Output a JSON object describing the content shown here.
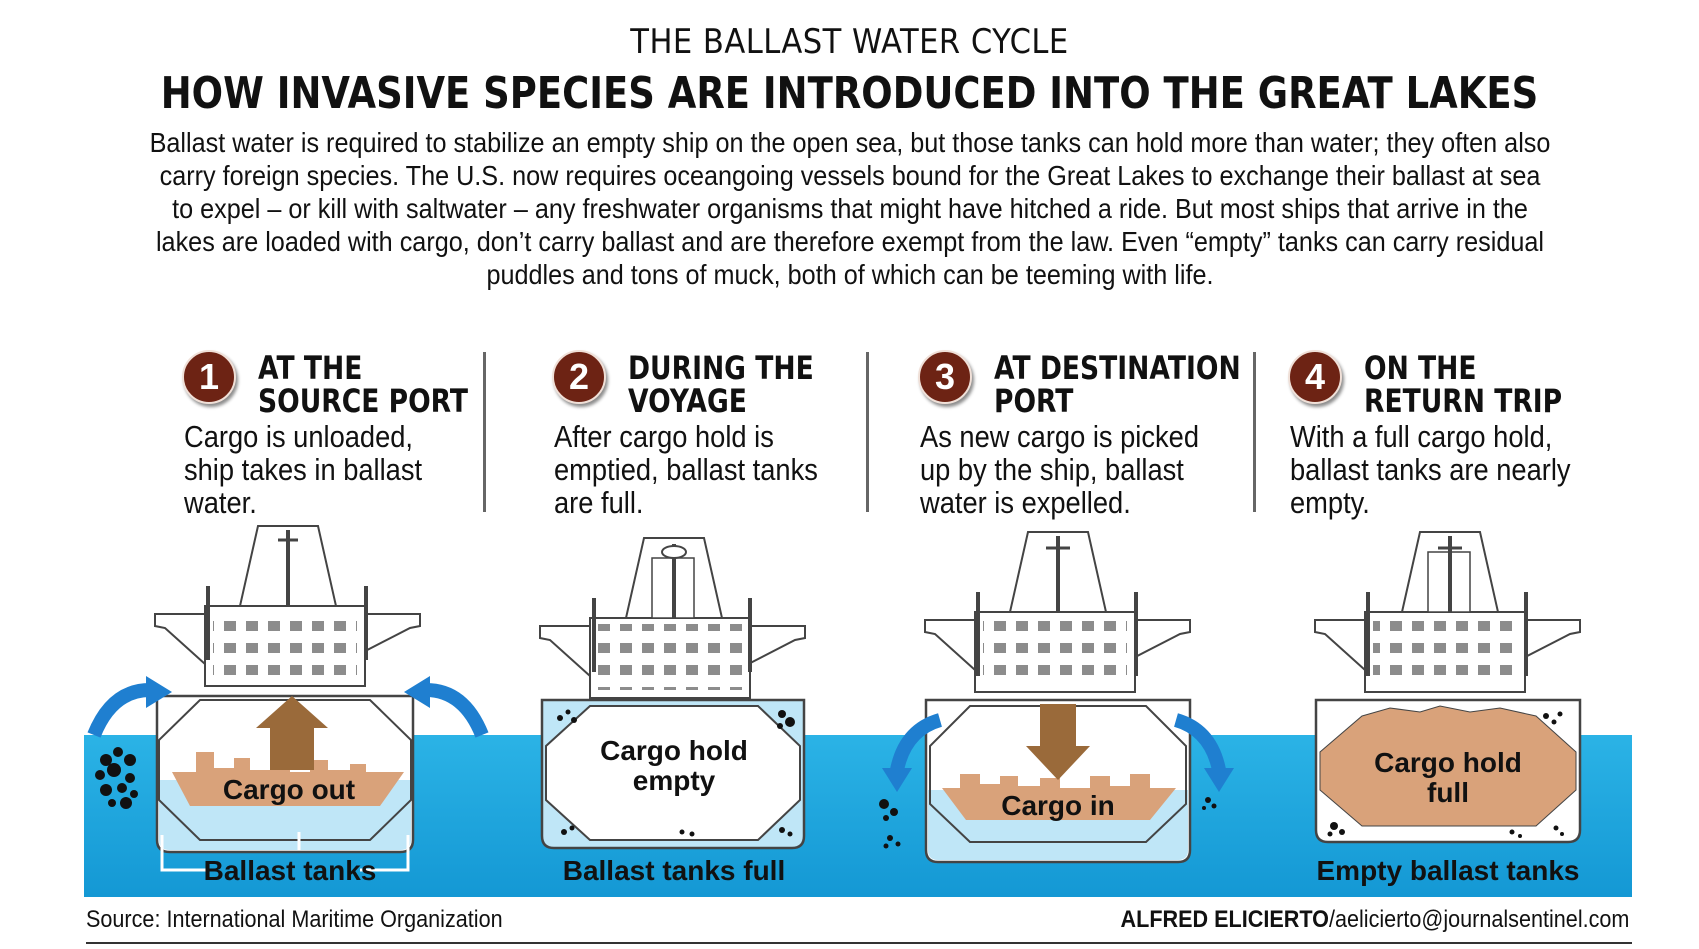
{
  "kicker": "THE BALLAST WATER CYCLE",
  "headline": "HOW INVASIVE SPECIES ARE INTRODUCED INTO THE GREAT LAKES",
  "intro": "Ballast water is required to stabilize an empty ship on the open sea, but those tanks can hold more than water; they often also carry foreign species. The U.S. now requires oceangoing vessels bound for the Great Lakes to exchange their ballast at sea to expel – or kill with saltwater – any freshwater organisms that might have hitched a ride. But most ships that arrive in the lakes are loaded with cargo, don’t carry ballast and are therefore exempt from the law. Even “empty” tanks can carry residual puddles and tons of muck, both of which can be teeming with life.",
  "steps": [
    {
      "number": "1",
      "title": "AT THE\nSOURCE PORT",
      "description": "Cargo is unloaded,\nship takes in ballast\nwater.",
      "hold_label": "Cargo out",
      "tank_label": "Ballast tanks"
    },
    {
      "number": "2",
      "title": "DURING THE\nVOYAGE",
      "description": "After cargo hold is\nemptied, ballast tanks\nare full.",
      "hold_label": "Cargo hold\nempty",
      "tank_label": "Ballast tanks full"
    },
    {
      "number": "3",
      "title": "AT DESTINATION\nPORT",
      "description": "As new cargo is picked\nup by the ship, ballast\nwater is expelled.",
      "hold_label": "Cargo in",
      "tank_label": ""
    },
    {
      "number": "4",
      "title": "ON THE\nRETURN TRIP",
      "description": "With a full cargo hold,\nballast tanks are nearly\nempty.",
      "hold_label": "Cargo hold\nfull",
      "tank_label": "Empty ballast tanks"
    }
  ],
  "footer": {
    "source": "Source: International Maritime Organization",
    "credit_name": "ALFRED ELICIERTO",
    "credit_contact": "/aelicierto@journalsentinel.com"
  },
  "colors": {
    "water": "#1ea7dd",
    "ballast": "#bfe6f7",
    "cargo": "#d9a27a",
    "cargo_arrow": "#9a6a3a",
    "arrow": "#1f7fd0",
    "badge": "#6d2314"
  }
}
